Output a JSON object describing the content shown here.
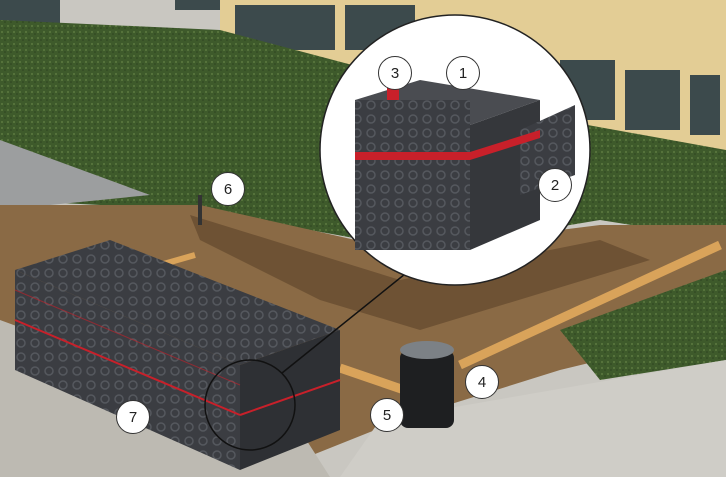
{
  "diagram": {
    "callouts": [
      {
        "label": "1"
      },
      {
        "label": "2"
      },
      {
        "label": "3"
      },
      {
        "label": "4"
      },
      {
        "label": "5"
      },
      {
        "label": "6"
      },
      {
        "label": "7"
      }
    ],
    "colors": {
      "grass": "#3f5a2c",
      "soil": "#8a6a45",
      "crate": "#3a3c40",
      "band": "#c8202a",
      "pipe": "#d9a35a",
      "building": "#e3cd95"
    }
  }
}
